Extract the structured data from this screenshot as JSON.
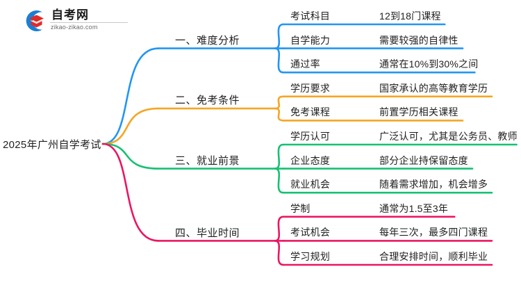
{
  "logo": {
    "title": "自考网",
    "subtitle": "zikao-zikao.com",
    "mark_arc_color": "#1a7fd4",
    "mark_cap_color": "#e02b28",
    "icon": "graduation-cap-icon"
  },
  "mindmap": {
    "root": {
      "label": "2025年广州自学考试"
    },
    "branches": [
      {
        "label": "一、难度分析",
        "color": "#2196f3",
        "leaves": [
          {
            "label": "考试科目",
            "desc": "12到18门课程"
          },
          {
            "label": "自学能力",
            "desc": "需要较强的自律性"
          },
          {
            "label": "通过率",
            "desc": "通常在10%到30%之间"
          }
        ]
      },
      {
        "label": "二、免考条件",
        "color": "#f5a623",
        "leaves": [
          {
            "label": "学历要求",
            "desc": "国家承认的高等教育学历"
          },
          {
            "label": "免考课程",
            "desc": "前置学历相关课程"
          }
        ]
      },
      {
        "label": "三、就业前景",
        "color": "#16c172",
        "leaves": [
          {
            "label": "学历认可",
            "desc": "广泛认可，尤其是公务员、教师"
          },
          {
            "label": "企业态度",
            "desc": "部分企业持保留态度"
          },
          {
            "label": "就业机会",
            "desc": "随着需求增加，机会增多"
          }
        ]
      },
      {
        "label": "四、毕业时间",
        "color": "#ec1562",
        "leaves": [
          {
            "label": "学制",
            "desc": "通常为1.5至3年"
          },
          {
            "label": "考试机会",
            "desc": "每年三次，最多四门课程"
          },
          {
            "label": "学习规划",
            "desc": "合理安排时间，顺利毕业"
          }
        ]
      }
    ]
  }
}
